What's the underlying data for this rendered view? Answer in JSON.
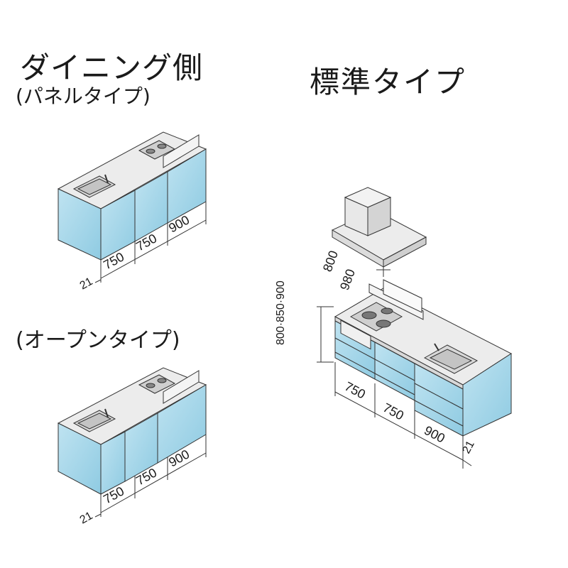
{
  "dining": {
    "title": "ダイニング側",
    "panel_subtitle": "(パネルタイプ)",
    "open_subtitle": "(オープンタイプ)"
  },
  "standard": {
    "title": "標準タイプ"
  },
  "dimensions": {
    "w750": "750",
    "w900": "900",
    "side21": "21",
    "hood800": "800",
    "hood980": "980",
    "heights": "800·850·900"
  },
  "colors": {
    "cabinet_blue": "#a8d8ea",
    "cabinet_edge": "#5a8aa0",
    "counter_gray": "#e6e6e6",
    "line": "#333333"
  }
}
